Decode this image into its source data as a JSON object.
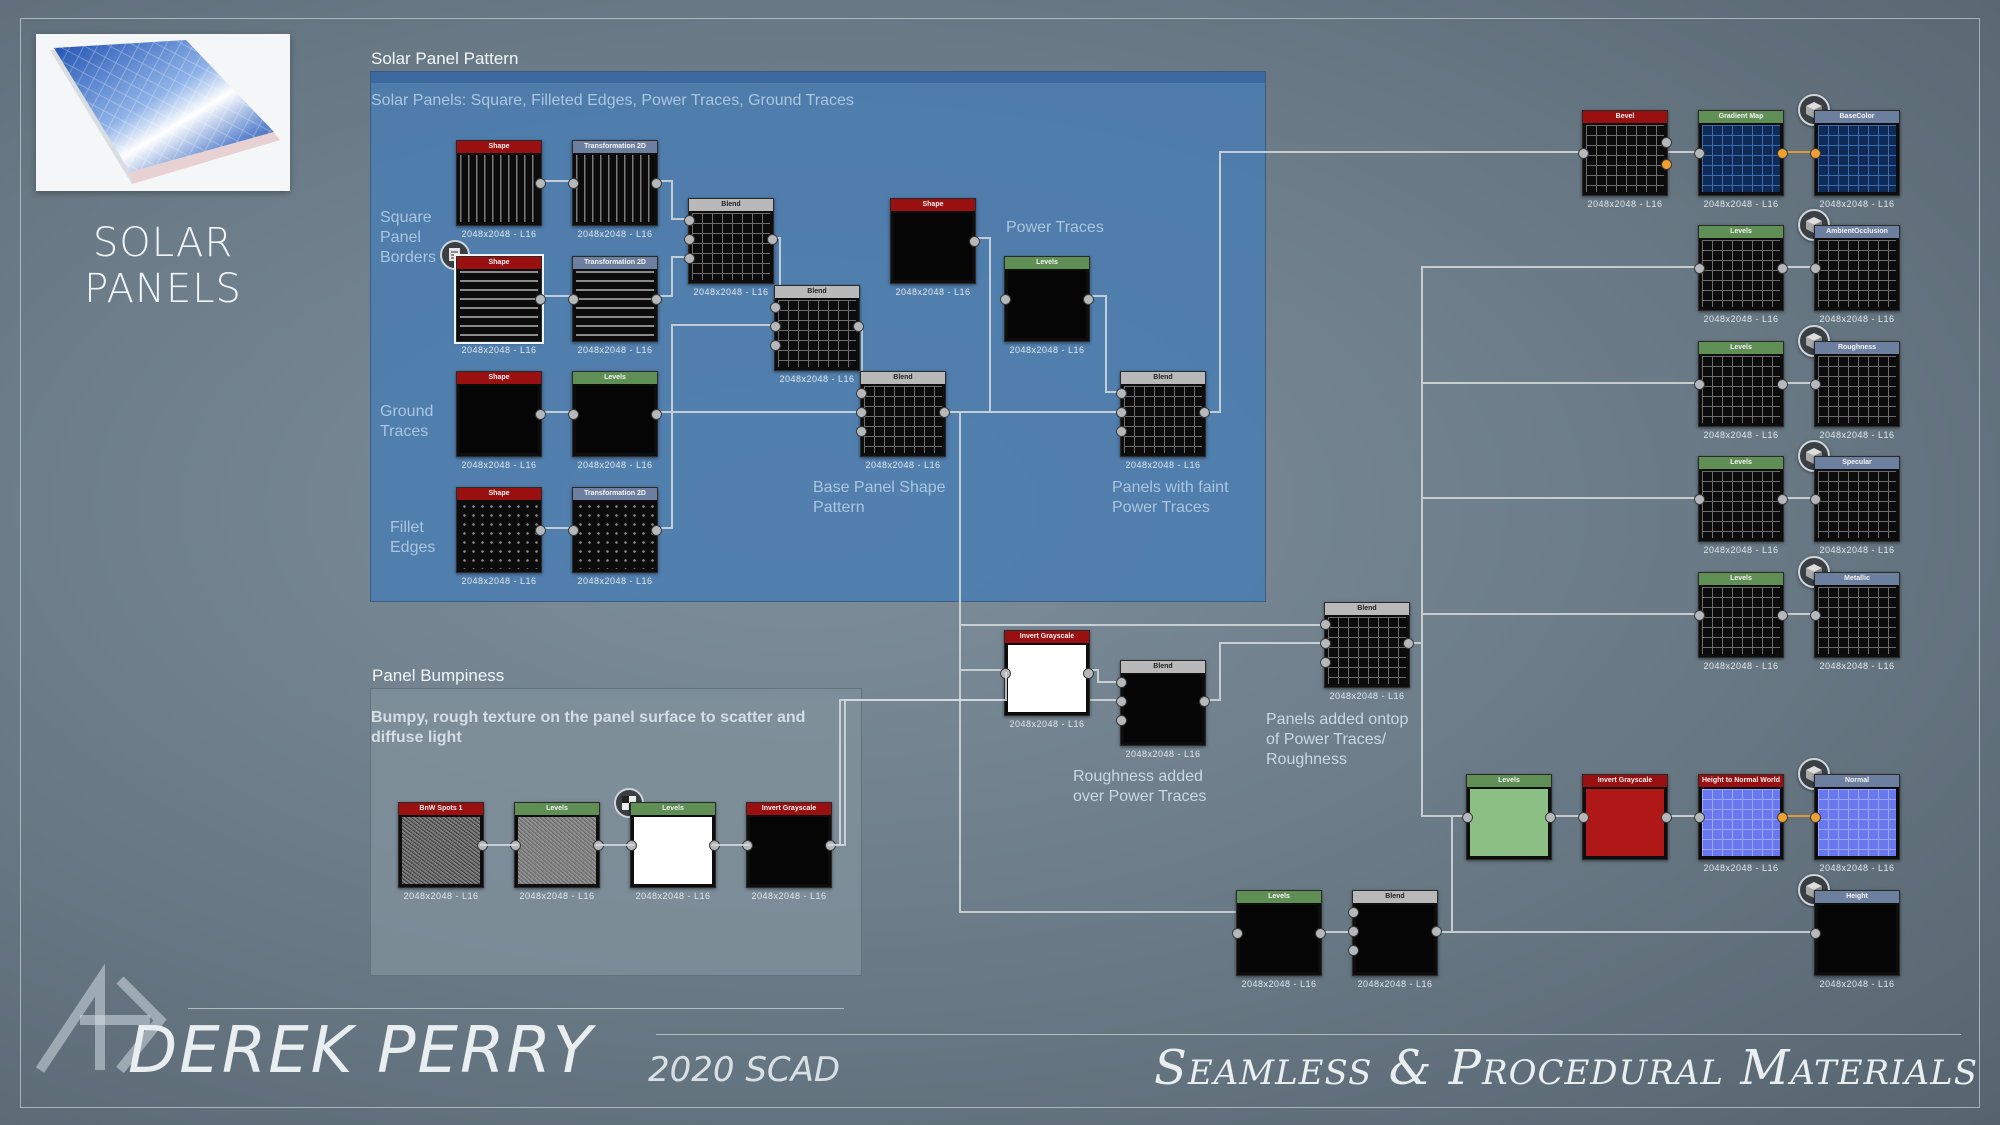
{
  "brand": {
    "title_line1": "SOLAR",
    "title_line2": "PANELS"
  },
  "groups": {
    "solar_pattern": {
      "title": "Solar Panel Pattern",
      "description": "Solar Panels: Square, Filleted Edges, Power Traces, Ground Traces",
      "color": "#4f7fb0"
    },
    "bumpiness": {
      "title": "Panel Bumpiness",
      "description": "Bumpy, rough texture on the panel surface to scatter and diffuse light",
      "color": "#7a8c98"
    }
  },
  "section_labels": {
    "square": [
      "Square",
      "Panel",
      "Borders"
    ],
    "ground": [
      "Ground",
      "Traces"
    ],
    "fillet": [
      "Fillet",
      "Edges"
    ],
    "power": "Power Traces",
    "base": [
      "Base Panel Shape",
      "Pattern"
    ],
    "faint": [
      "Panels with faint",
      "Power Traces"
    ],
    "roughness": [
      "Roughness added",
      "over Power Traces"
    ],
    "ontop": [
      "Panels added ontop",
      "of Power Traces/",
      "Roughness"
    ]
  },
  "resolution_caption": "2048x2048 - L16",
  "nodes": {
    "shape_a": "Shape",
    "transform_a": "Transformation 2D",
    "shape_b": "Shape",
    "transform_b": "Transformation 2D",
    "blend_a": "Blend",
    "blend_b": "Blend",
    "blend_base": "Blend",
    "shape_c": "Shape",
    "levels_c": "Levels",
    "shape_d": "Shape",
    "transform_d": "Transformation 2D",
    "shape_power": "Shape",
    "levels_power": "Levels",
    "blend_faint": "Blend",
    "invert_a": "Invert Grayscale",
    "blend_rough": "Blend",
    "blend_ontop": "Blend",
    "bevel": "Bevel",
    "gradient_map": "Gradient Map",
    "out_basecolor": "BaseColor",
    "levels_ao": "Levels",
    "out_ao": "AmbientOcclusion",
    "levels_rough": "Levels",
    "out_rough": "Roughness",
    "levels_spec": "Levels",
    "out_spec": "Specular",
    "levels_metal": "Levels",
    "out_metal": "Metallic",
    "levels_n": "Levels",
    "invert_n": "Invert Grayscale",
    "h2n": "Height to Normal World",
    "out_normal": "Normal",
    "levels_h": "Levels",
    "blend_h": "Blend",
    "out_height": "Height",
    "bn_spots": "BnW Spots 1",
    "bn_levels1": "Levels",
    "bn_levels2": "Levels",
    "bn_invert": "Invert Grayscale"
  },
  "footer": {
    "name": "DEREK PERRY",
    "year_school": "2020  SCAD",
    "course": "Seamless & Procedural Materials"
  },
  "colors": {
    "header_red": "#9a1010",
    "header_green": "#5f8f55",
    "header_gray": "#b9b9b9",
    "header_blue": "#6d7f9e",
    "wire": "#d6dbde",
    "wire_orange": "#f0a030"
  }
}
